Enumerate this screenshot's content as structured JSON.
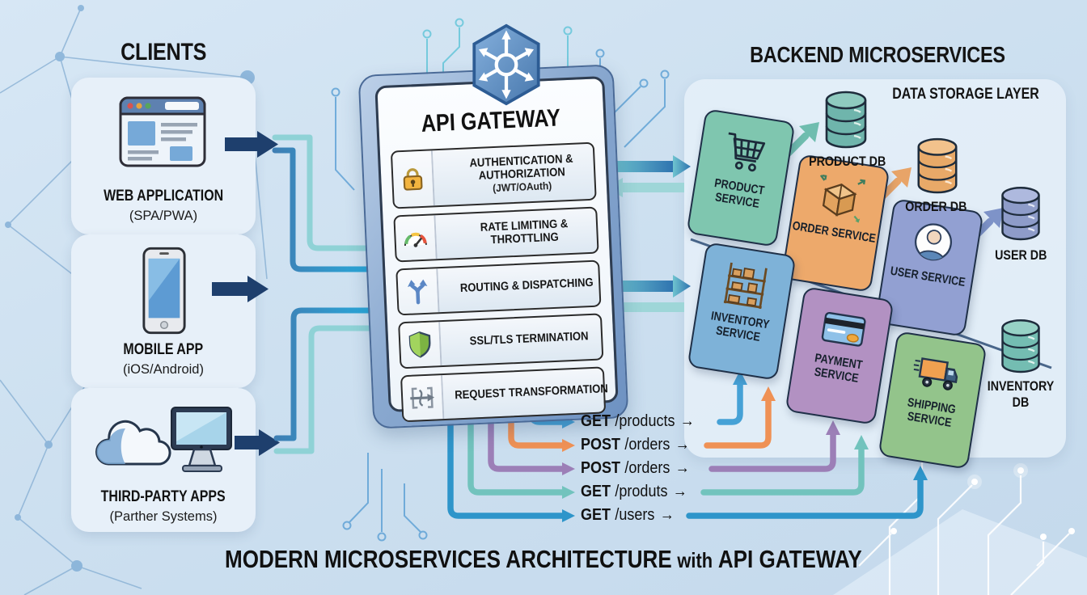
{
  "headers": {
    "clients": "CLIENTS",
    "backend": "BACKEND MICROSERVICES"
  },
  "clients": [
    {
      "label": "WEB APPLICATION",
      "sub": "(SPA/PWA)",
      "icon": "browser-window"
    },
    {
      "label": "MOBILE APP",
      "sub": "(iOS/Android)",
      "icon": "smartphone"
    },
    {
      "label": "THIRD-PARTY APPS",
      "sub": "(Parther Systems)",
      "icon": "cloud-monitor"
    }
  ],
  "gateway": {
    "title": "API GATEWAY",
    "badge_icon": "hexagon-hub",
    "features": [
      {
        "label": "AUTHENTICATION & AUTHORIZATION",
        "sub": "(JWT/OAuth)",
        "icon": "lock"
      },
      {
        "label": "RATE LIMITING & THROTTLING",
        "icon": "gauge"
      },
      {
        "label": "ROUTING & DISPATCHING",
        "icon": "fork-arrows"
      },
      {
        "label": "SSL/TLS TERMINATION",
        "icon": "shield"
      },
      {
        "label": "REQUEST TRANSFORMATION",
        "icon": "transform-arrows"
      }
    ]
  },
  "backend": {
    "storage_label": "DATA STORAGE LAYER",
    "services": [
      {
        "label": "PRODUCT SERVICE",
        "icon": "shopping-cart",
        "color": "#7fc6af"
      },
      {
        "label": "ORDER SERVICE",
        "icon": "package-box",
        "color": "#eda96b"
      },
      {
        "label": "USER SERVICE",
        "icon": "user-avatar",
        "color": "#92a0d2"
      },
      {
        "label": "INVENTORY SERVICE",
        "icon": "warehouse-shelf",
        "color": "#7eb2d8"
      },
      {
        "label": "PAYMENT SERVICE",
        "icon": "credit-card",
        "color": "#b291c2"
      },
      {
        "label": "SHIPPING SERVICE",
        "icon": "delivery-truck",
        "color": "#93c48b"
      }
    ],
    "databases": [
      {
        "label": "PRODUCT DB",
        "color": "#6fb5ac"
      },
      {
        "label": "ORDER DB",
        "color": "#e8a968"
      },
      {
        "label": "USER DB",
        "color": "#8e9cc9"
      },
      {
        "label": "INVENTORY DB",
        "color": "#74bdb2"
      }
    ]
  },
  "routes": {
    "arrow_glyph": "→",
    "items": [
      {
        "method": "GET",
        "path": "/products",
        "color": "#45a1d6"
      },
      {
        "method": "POST",
        "path": "/orders",
        "color": "#ef9155"
      },
      {
        "method": "POST",
        "path": "/orders",
        "color": "#9c7fb7"
      },
      {
        "method": "GET",
        "path": "/produts",
        "color": "#72c3bd"
      },
      {
        "method": "GET",
        "path": "/users",
        "color": "#2e95ca"
      }
    ]
  },
  "footer": {
    "title_part1": "MODERN MICROSERVICES ARCHITECTURE",
    "title_conj": "with",
    "title_part2": "API GATEWAY"
  },
  "palette": {
    "background": "#cfe2f2",
    "client_card": "#e7f0f9",
    "client_arrow": "#1e3f6d",
    "entry_arrow_cyan": "#2db5e0",
    "entry_arrow_teal": "#8fd2d6",
    "gateway_frame": "#7494c2",
    "gateway_panel": "#fbfdff",
    "lock": "#f2b43f",
    "shield": "#8bc34a"
  }
}
